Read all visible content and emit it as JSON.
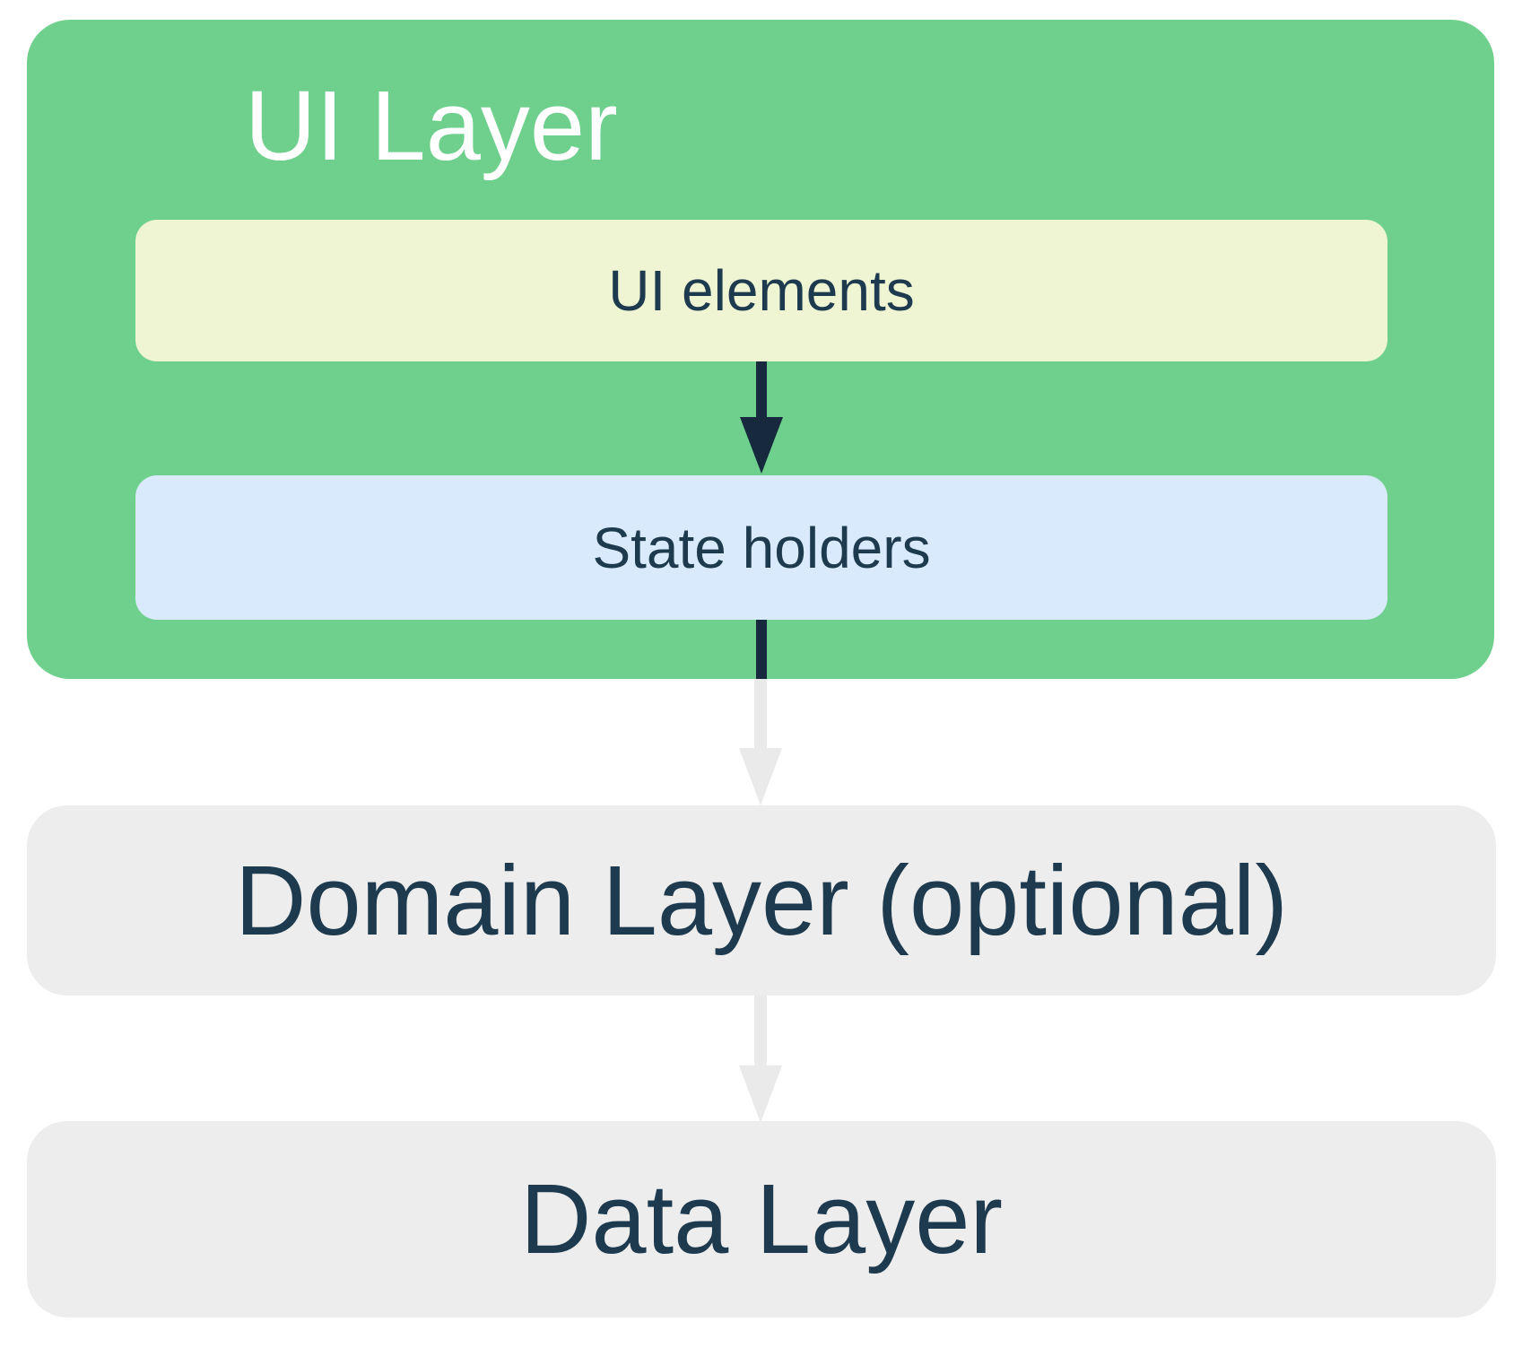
{
  "layers": {
    "ui": {
      "title": "UI Layer",
      "elements": {
        "label": "UI elements"
      },
      "state_holders": {
        "label": "State holders"
      }
    },
    "domain": {
      "label": "Domain Layer (optional)"
    },
    "data": {
      "label": "Data Layer"
    }
  },
  "arrows": [
    {
      "name": "ui-elements-to-state-holders",
      "from": "UI elements",
      "to": "State holders",
      "style": "dark"
    },
    {
      "name": "state-holders-to-domain-layer",
      "from": "State holders",
      "to": "Domain Layer (optional)",
      "style": "dark-then-light"
    },
    {
      "name": "domain-layer-to-data-layer",
      "from": "Domain Layer (optional)",
      "to": "Data Layer",
      "style": "light"
    }
  ],
  "colors": {
    "ui_layer_bg": "#6FD08E",
    "ui_elements_bg": "#EFF4D2",
    "state_holders_bg": "#D8EAFB",
    "neutral_box_bg": "#EDEDED",
    "arrow_dark": "#16293D",
    "arrow_light": "#EAEAEA",
    "text_dark": "#1D3A4F",
    "title_text": "#FFFFFF"
  }
}
